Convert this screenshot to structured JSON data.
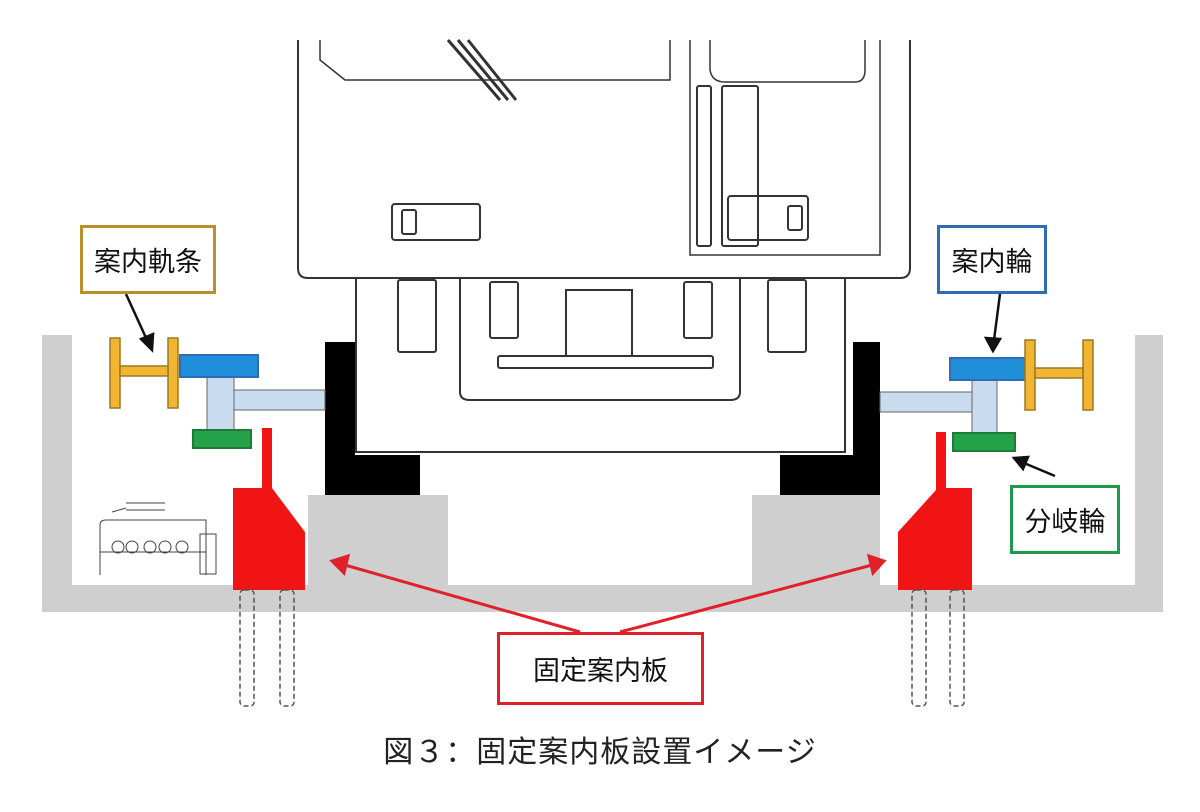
{
  "labels": {
    "guide_rail": "案内軌条",
    "guide_wheel": "案内輪",
    "branch_wheel": "分岐輪",
    "fixed_guide_plate": "固定案内板"
  },
  "caption": "図３：固定案内板設置イメージ",
  "colors": {
    "guide_rail": "#f2b531",
    "guide_rail_border": "#b98e2c",
    "guide_wheel": "#1e8fd8",
    "guide_wheel_border": "#2f6cb5",
    "branch_wheel": "#23a24a",
    "branch_wheel_border": "#1f9a4c",
    "fixed_guide_plate": "#f01414",
    "plate_label_border": "#e0202a",
    "track_concrete": "#cfcfcf",
    "tire": "#000000",
    "axle": "#c9dcef"
  }
}
